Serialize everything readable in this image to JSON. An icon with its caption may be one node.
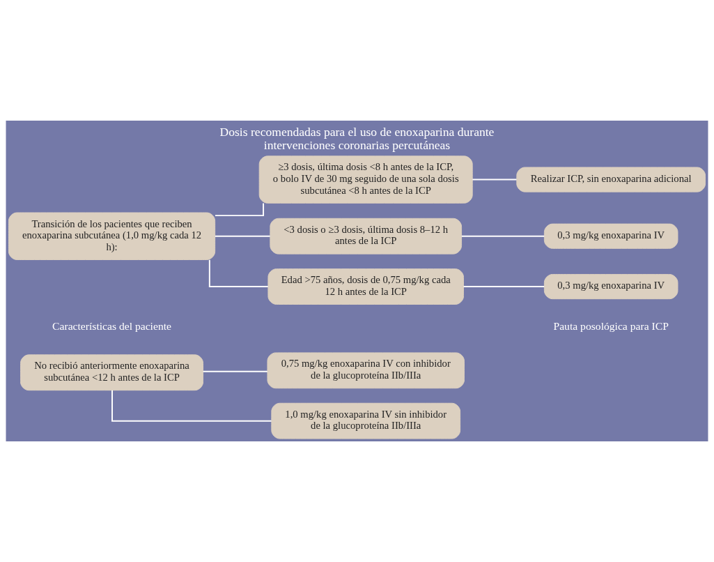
{
  "diagram": {
    "title": "Dosis recomendadas para el uso de enoxaparina durante intervenciones coronarias percutáneas",
    "nodes": [
      {
        "text": [
          "No recibió anteriormente enoxaparina subcutánea <12 h antes de la ICP"
        ]
      },
      {
        "text": [
          "0,75 mg/kg enoxaparina IV con inhibidor de la glucoproteína IIb/IIIa"
        ]
      },
      {
        "text": [
          "1,0 mg/kg enoxaparina IV sin inhibidor de la glucoproteína IIb/IIIa"
        ]
      },
      {
        "text": [
          "Transición de los pacientes que reciben enoxaparina subcutánea (1,0 mg/kg cada 12 h):"
        ]
      },
      {
        "text": [
          "≥3 dosis, última dosis <8 h antes de la ICP, o bolo IV de 30 mg seguido de una sola dosis subcutánea <8 h antes de la ICP"
        ]
      },
      {
        "text": [
          "Realizar ICP, sin enoxaparina adicional"
        ]
      },
      {
        "text": [
          "<3 dosis o ≥3 dosis, última dosis 8–12 h antes de la ICP"
        ]
      },
      {
        "text": [
          "0,3 mg/kg enoxaparina IV"
        ]
      },
      {
        "text": [
          "Edad >75 años, dosis de 0,75 mg/kg cada 12 h antes de la ICP"
        ]
      },
      {
        "text": [
          "0,3 mg/kg enoxaparina IV"
        ]
      }
    ],
    "edges": [
      {
        "from": 0,
        "to": 1,
        "arrow": "none"
      },
      {
        "from": 0,
        "to": 2,
        "arrow": "none"
      },
      {
        "from": 3,
        "to": 4,
        "arrow": "none"
      },
      {
        "from": 3,
        "to": 6,
        "arrow": "none"
      },
      {
        "from": 3,
        "to": 8,
        "arrow": "none"
      },
      {
        "from": 4,
        "to": 5,
        "arrow": "none"
      },
      {
        "from": 6,
        "to": 7,
        "arrow": "none"
      },
      {
        "from": 8,
        "to": 9,
        "arrow": "none"
      }
    ],
    "labels": [
      "Características del paciente",
      "Pauta posológica para ICP"
    ]
  }
}
